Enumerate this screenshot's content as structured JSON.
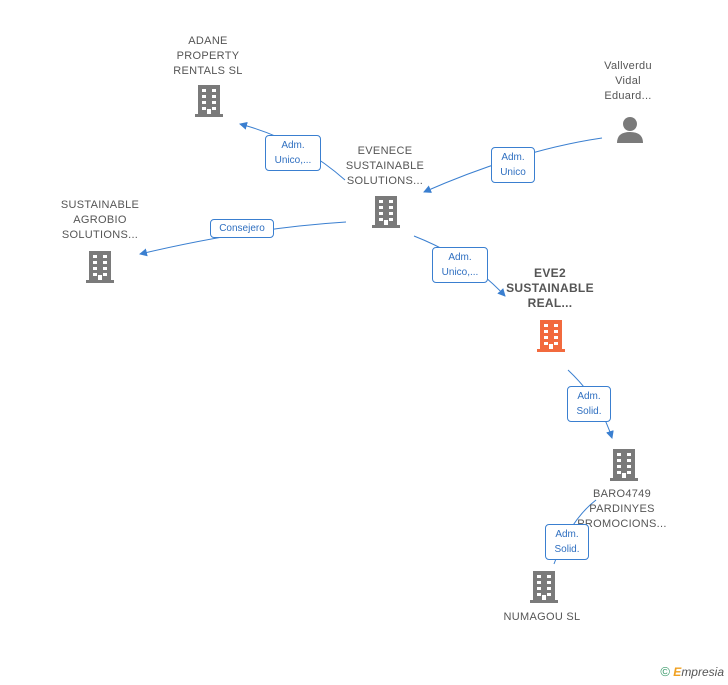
{
  "colors": {
    "edge": "#3a7fd0",
    "company_icon": "#7a7a7a",
    "focus_icon": "#f26a3e",
    "person_icon": "#7a7a7a"
  },
  "nodes": {
    "adane": {
      "label": "ADANE\nPROPERTY\nRENTALS  SL",
      "icon": "building-icon"
    },
    "vallverdu": {
      "label": "Vallverdu\nVidal\nEduard...",
      "icon": "person-icon"
    },
    "evenece": {
      "label": "EVENECE\nSUSTAINABLE\nSOLUTIONS...",
      "icon": "building-icon"
    },
    "agrobio": {
      "label": "SUSTAINABLE\nAGROBIO\nSOLUTIONS...",
      "icon": "building-icon"
    },
    "eve2": {
      "label": "EVE2\nSUSTAINABLE\nREAL...",
      "icon": "building-icon"
    },
    "baro": {
      "label": "BARO4749\nPARDINYES\nPROMOCIONS...",
      "icon": "building-icon"
    },
    "numagou": {
      "label": "NUMAGOU  SL",
      "icon": "building-icon"
    }
  },
  "edges": {
    "e1": {
      "label": "Adm.\nUnico,..."
    },
    "e2": {
      "label": "Adm.\nUnico"
    },
    "e3": {
      "label": "Consejero"
    },
    "e4": {
      "label": "Adm.\nUnico,..."
    },
    "e5": {
      "label": "Adm.\nSolid."
    },
    "e6": {
      "label": "Adm.\nSolid."
    }
  },
  "brand": {
    "copyright": "©",
    "initial": "E",
    "rest": "mpresia"
  }
}
